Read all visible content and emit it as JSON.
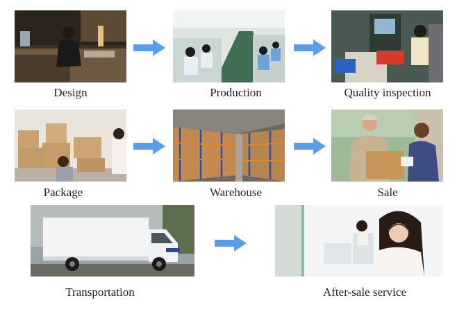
{
  "steps": [
    {
      "label": "Design",
      "icon": "design-photo"
    },
    {
      "label": "Production",
      "icon": "production-photo"
    },
    {
      "label": "Quality inspection",
      "icon": "quality-inspection-photo"
    },
    {
      "label": "Package",
      "icon": "package-photo"
    },
    {
      "label": "Warehouse",
      "icon": "warehouse-photo"
    },
    {
      "label": "Sale",
      "icon": "sale-photo"
    },
    {
      "label": "Transportation",
      "icon": "transportation-photo"
    },
    {
      "label": "After-sale service",
      "icon": "after-sale-service-photo"
    }
  ],
  "colors": {
    "arrow": "#5b9ee8",
    "caption": "#222222"
  }
}
